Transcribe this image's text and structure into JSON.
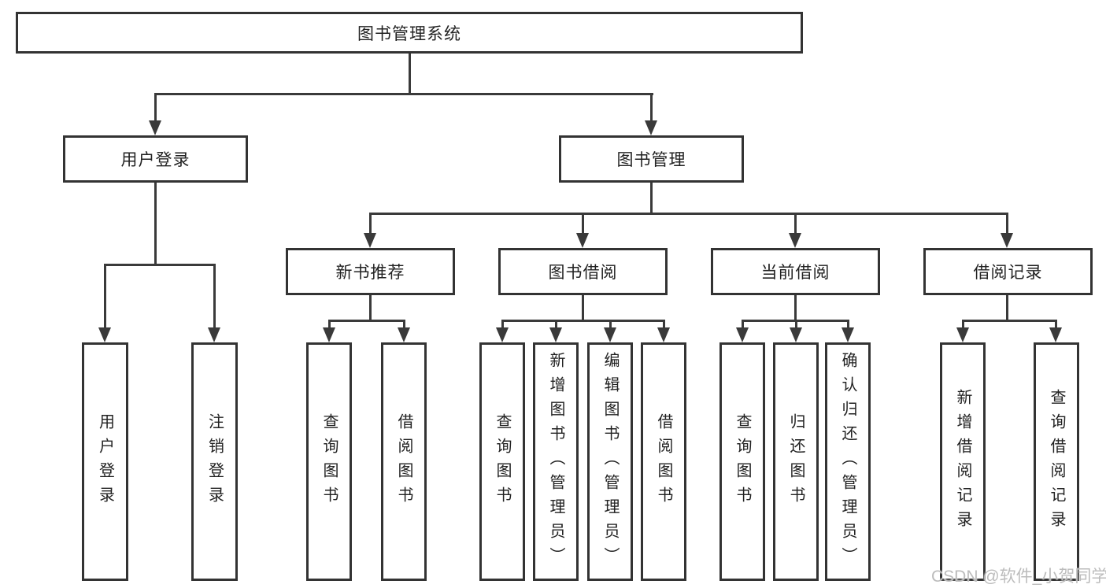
{
  "diagram": {
    "title": "图书管理系统",
    "root": {
      "label": "图书管理系统"
    },
    "level2": [
      {
        "label": "用户登录"
      },
      {
        "label": "图书管理"
      }
    ],
    "level3": [
      {
        "label": "新书推荐"
      },
      {
        "label": "图书借阅"
      },
      {
        "label": "当前借阅"
      },
      {
        "label": "借阅记录"
      }
    ],
    "leaves": {
      "user": [
        "用户登录",
        "注销登录"
      ],
      "recommend": [
        "查询图书",
        "借阅图书"
      ],
      "borrow": [
        "查询图书",
        "新增图书（管理员）",
        "编辑图书（管理员）",
        "借阅图书"
      ],
      "current": [
        "查询图书",
        "归还图书",
        "确认归还（管理员）"
      ],
      "records": [
        "新增借阅记录",
        "查询借阅记录"
      ]
    }
  },
  "watermark": "CSDN @软件_小贺同学",
  "colors": {
    "line": "#3a3a3a",
    "box_border": "#333333",
    "background": "#ffffff",
    "text": "#222222",
    "watermark": "#bcbcbc"
  }
}
